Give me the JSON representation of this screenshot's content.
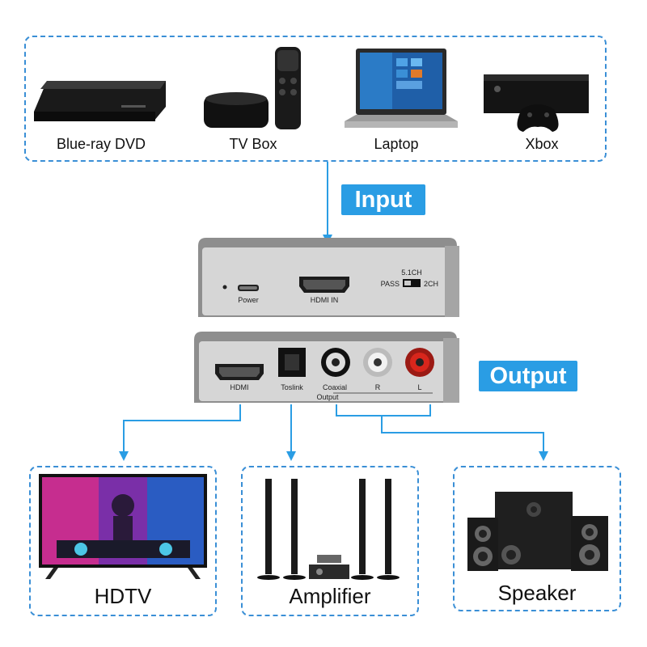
{
  "input_devices": [
    {
      "label": "Blue-ray DVD",
      "icon": "dvd-player-icon"
    },
    {
      "label": "TV Box",
      "icon": "tv-box-icon"
    },
    {
      "label": "Laptop",
      "icon": "laptop-icon"
    },
    {
      "label": "Xbox",
      "icon": "xbox-icon"
    }
  ],
  "input_tag": "Input",
  "output_tag": "Output",
  "input_panel": {
    "power": "Power",
    "hdmi_in": "HDMI IN",
    "switch_top": "5.1CH",
    "switch_left": "PASS",
    "switch_right": "2CH"
  },
  "output_panel": {
    "hdmi": "HDMI",
    "toslink": "Toslink",
    "coaxial": "Coaxial",
    "r": "R",
    "l": "L",
    "output": "Output"
  },
  "output_devices": [
    {
      "label": "HDTV",
      "icon": "hdtv-icon"
    },
    {
      "label": "Amplifier",
      "icon": "amplifier-icon"
    },
    {
      "label": "Speaker",
      "icon": "speaker-icon"
    }
  ],
  "colors": {
    "accent": "#2a9de4",
    "dash": "#3a8fd6",
    "panel": "#8c8c8c",
    "rca_red": "#d8261c"
  }
}
